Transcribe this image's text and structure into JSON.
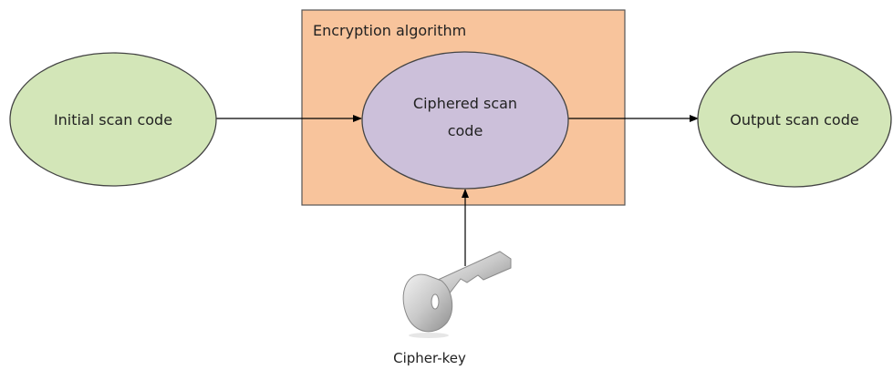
{
  "diagram": {
    "container": {
      "label": "Encryption algorithm",
      "fill": "#f8c49c",
      "stroke": "#555555"
    },
    "nodes": {
      "initial": {
        "label": "Initial scan code",
        "fill": "#d3e6b8",
        "stroke": "#444444"
      },
      "ciphered": {
        "label_line1": "Ciphered scan",
        "label_line2": "code",
        "fill": "#ccc0da",
        "stroke": "#444444"
      },
      "output": {
        "label": "Output scan code",
        "fill": "#d3e6b8",
        "stroke": "#444444"
      }
    },
    "key": {
      "label": "Cipher-key",
      "icon": "key-icon",
      "fill": "#d0d0d0",
      "stroke": "#8a8a8a"
    },
    "arrow_color": "#000000"
  }
}
